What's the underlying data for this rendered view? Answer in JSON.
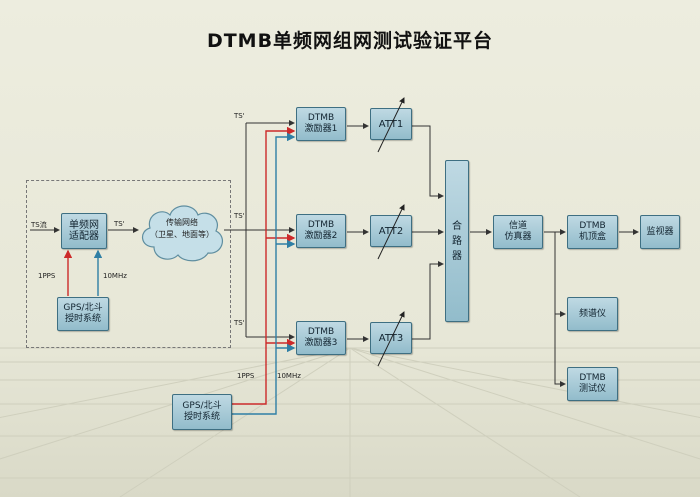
{
  "title": "DTMB单频网组网测试验证平台",
  "colors": {
    "box_fill_top": "#bfd9e3",
    "box_fill_bottom": "#92bccb",
    "box_border": "#3e6f82",
    "signal_line": "#333333",
    "pps_line": "#cc2a2a",
    "mhz_line": "#2f7fa5"
  },
  "labels": {
    "ts_in": "TS流",
    "ts_out": "TS'",
    "ts_a": "TS'",
    "ts_b": "TS'",
    "ts_c": "TS'",
    "pps_left": "1PPS",
    "mhz_left": "10MHz",
    "pps_bottom": "1PPS",
    "mhz_bottom": "10MHz"
  },
  "cloud": {
    "line1": "传输网络",
    "line2": "（卫星、地面等）"
  },
  "boxes": {
    "sfn_adapter": {
      "line1": "单频网",
      "line2": "适配器"
    },
    "gps_left": {
      "line1": "GPS/北斗",
      "line2": "授时系统"
    },
    "exciter1": {
      "line1": "DTMB",
      "line2": "激励器1"
    },
    "exciter2": {
      "line1": "DTMB",
      "line2": "激励器2"
    },
    "exciter3": {
      "line1": "DTMB",
      "line2": "激励器3"
    },
    "att1": "ATT1",
    "att2": "ATT2",
    "att3": "ATT3",
    "combiner": [
      "合",
      "路",
      "器"
    ],
    "channel_sim": {
      "line1": "信道",
      "line2": "仿真器"
    },
    "stb": {
      "line1": "DTMB",
      "line2": "机顶盒"
    },
    "monitor": "监视器",
    "spectrum": "频谱仪",
    "tester": {
      "line1": "DTMB",
      "line2": "测试仪"
    },
    "gps_bottom": {
      "line1": "GPS/北斗",
      "line2": "授时系统"
    }
  }
}
